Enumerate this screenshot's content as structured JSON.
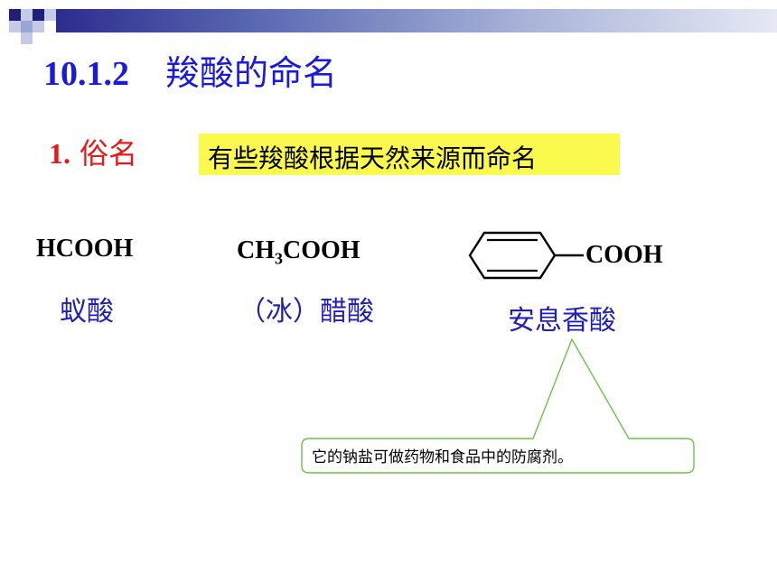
{
  "header": {
    "accent_dark": "#1f1f7a",
    "accent_light": "#9aa5d2"
  },
  "slide": {
    "section_number": "10.1.2",
    "section_title": "羧酸的命名",
    "subsection_number": "1.",
    "subsection_title": "俗名",
    "highlight_text": "有些羧酸根据天然来源而命名"
  },
  "examples": [
    {
      "formula": "HCOOH",
      "name": "蚁酸"
    },
    {
      "formula_prefix": "CH",
      "formula_sub": "3",
      "formula_suffix": "COOH",
      "name": "（冰）醋酸"
    },
    {
      "group": "COOH",
      "ring_icon": "benzene-ring-icon",
      "name": "安息香酸"
    }
  ],
  "callout": {
    "text": "它的钠盐可做药物和食品中的防腐剂。",
    "border_color": "#6cc24a"
  },
  "colors": {
    "title_blue": "#1a1adb",
    "subtitle_red": "#e21a1a",
    "name_blue": "#1f1fb3",
    "highlight_yellow": "#fafa4e"
  }
}
